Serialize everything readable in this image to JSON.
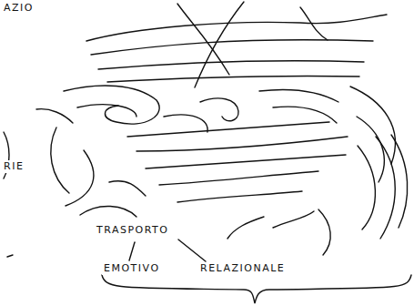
{
  "diagram": {
    "labels": [
      "AZIO",
      "RIE",
      "TRASPORTO",
      "EMOTIVO",
      "RELAZIONALE"
    ]
  }
}
